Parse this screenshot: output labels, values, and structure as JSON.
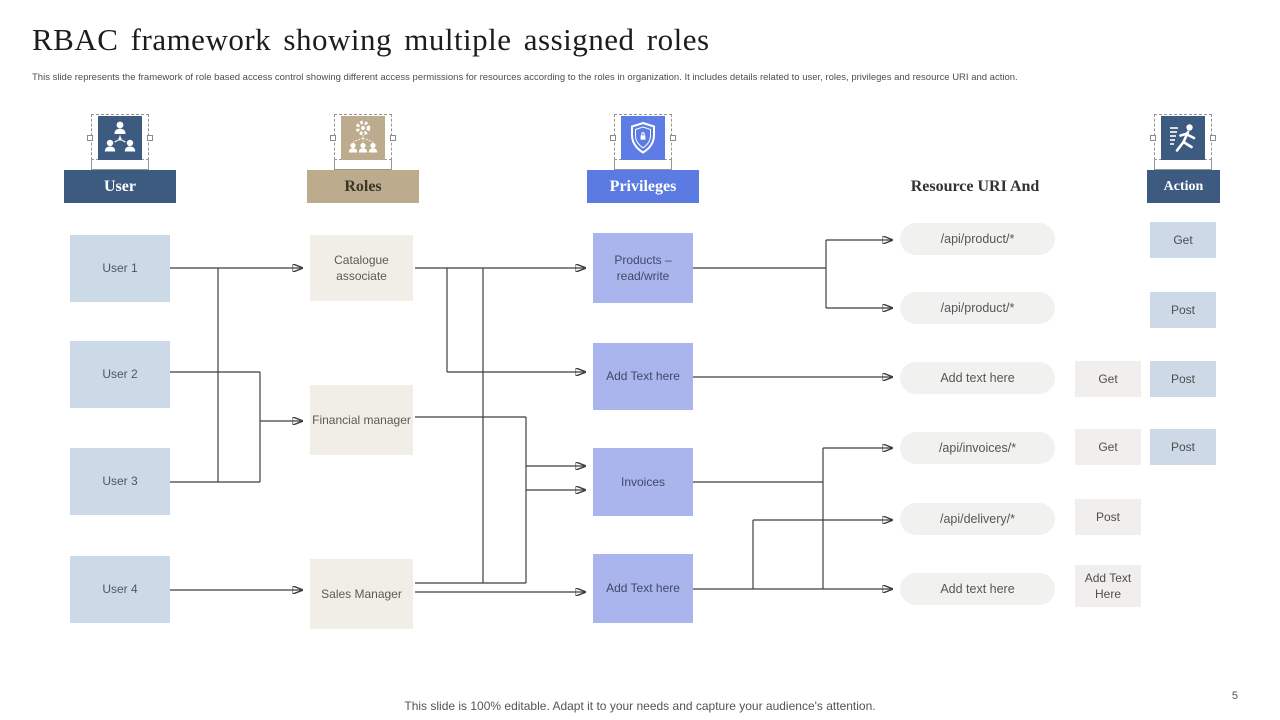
{
  "slide": {
    "title": "RBAC framework showing multiple assigned roles",
    "subtitle": "This slide represents the framework of role based access control showing different access permissions for resources according to the roles in organization. It includes details related to user, roles, privileges and resource URI and action.",
    "footer": "This slide is 100% editable. Adapt it to your needs and capture your audience's attention.",
    "page_number": "5"
  },
  "headers": {
    "user": "User",
    "roles": "Roles",
    "privileges": "Privileges",
    "resource": "Resource URI And",
    "action": "Action"
  },
  "icons": {
    "user": "org-users-icon",
    "roles": "gear-team-icon",
    "privileges": "shield-lock-icon",
    "action": "running-man-icon"
  },
  "colors": {
    "dark_blue": "#3d5a80",
    "tan": "#bcab8c",
    "accent_blue": "#5b7be2",
    "privilege_fill": "#abb5ed",
    "user_fill": "#ccd9e7",
    "role_fill": "#f1eee7",
    "pill_fill": "#f1f1f0",
    "action_blue_fill": "#cdd9e6",
    "action_gray_fill": "#f0efed",
    "connector": "#3f3f3f"
  },
  "users": [
    {
      "label": "User 1"
    },
    {
      "label": "User 2"
    },
    {
      "label": "User 3"
    },
    {
      "label": "User 4"
    }
  ],
  "roles": [
    {
      "label": "Catalogue associate"
    },
    {
      "label": "Financial manager"
    },
    {
      "label": "Sales Manager"
    }
  ],
  "privileges": [
    {
      "label": "Products – read/write"
    },
    {
      "label": "Add Text here"
    },
    {
      "label": "Invoices"
    },
    {
      "label": "Add Text here"
    }
  ],
  "resources": [
    {
      "label": "/api/product/*"
    },
    {
      "label": "/api/product/*"
    },
    {
      "label": "Add text here"
    },
    {
      "label": "/api/invoices/*"
    },
    {
      "label": "/api/delivery/*"
    },
    {
      "label": "Add text here"
    }
  ],
  "actions": [
    {
      "label": "Get",
      "variant": "blue"
    },
    {
      "label": "Post",
      "variant": "blue"
    },
    {
      "label": "Get",
      "variant": "gray"
    },
    {
      "label": "Post",
      "variant": "blue"
    },
    {
      "label": "Get",
      "variant": "gray"
    },
    {
      "label": "Post",
      "variant": "blue"
    },
    {
      "label": "Post",
      "variant": "gray"
    },
    {
      "label": "Add Text Here",
      "variant": "gray"
    }
  ]
}
